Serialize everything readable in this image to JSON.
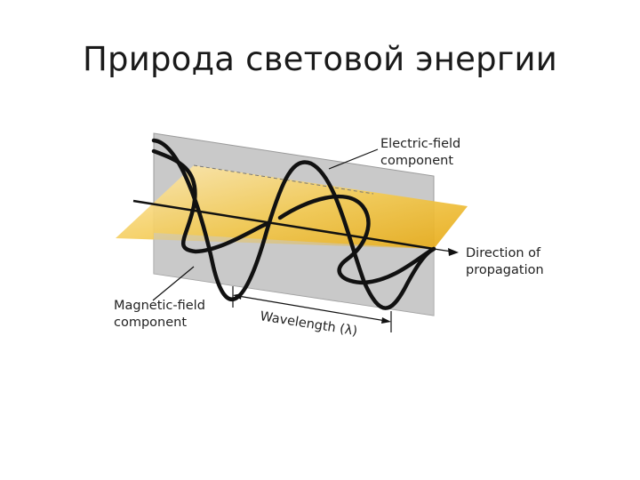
{
  "slide": {
    "title": "Природа световой энергии"
  },
  "diagram": {
    "labels": {
      "electric_line1": "Electric-field",
      "electric_line2": "component",
      "magnetic_line1": "Magnetic-field",
      "magnetic_line2": "component",
      "direction_line1": "Direction of",
      "direction_line2": "propagation",
      "wavelength": "Wavelength (λ)"
    },
    "colors": {
      "electric_plane": "#c9c9c9",
      "magnetic_plane_light": "#fbe3a6",
      "magnetic_plane_dark": "#eab11a",
      "wave": "#111111"
    }
  }
}
